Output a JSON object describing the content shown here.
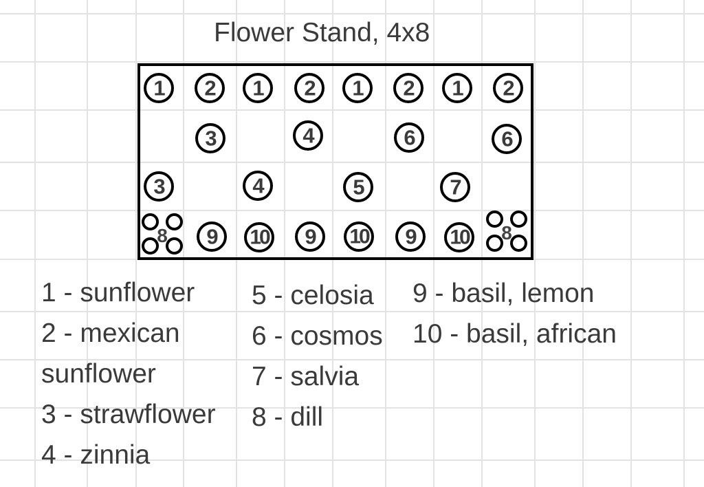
{
  "title": "Flower Stand, 4x8",
  "colors": {
    "background": "#ffffff",
    "grid_line": "#e2e2e2",
    "outline": "#000000",
    "text": "#3a3a3a"
  },
  "bed": {
    "dimensions": "4x8",
    "rows": [
      {
        "row": 1,
        "plants": [
          "1",
          "2",
          "1",
          "2",
          "1",
          "2",
          "1",
          "2"
        ]
      },
      {
        "row": 2,
        "plants": [
          "3",
          "4",
          "6",
          "6"
        ]
      },
      {
        "row": 3,
        "plants": [
          "3",
          "4",
          "5",
          "7"
        ]
      },
      {
        "row": 4,
        "plants": [
          "8",
          "9",
          "10",
          "9",
          "10",
          "9",
          "10",
          "8"
        ]
      }
    ],
    "row1": [
      "1",
      "2",
      "1",
      "2",
      "1",
      "2",
      "1",
      "2"
    ],
    "row2": [
      "3",
      "4",
      "6",
      "6"
    ],
    "row3": [
      "3",
      "4",
      "5",
      "7"
    ],
    "row4_circled": [
      "9",
      "10",
      "9",
      "10",
      "9",
      "10"
    ],
    "dill_marker": "8",
    "dill_icon": "four-circle-cluster-icon"
  },
  "legend": {
    "columns": [
      [
        "1 - sunflower",
        "2 - mexican",
        "sunflower",
        "3 - strawflower",
        "4 - zinnia"
      ],
      [
        "5 - celosia",
        "6 - cosmos",
        "7 - salvia",
        "8 - dill"
      ],
      [
        "9 - basil, lemon",
        "10 - basil, african"
      ]
    ],
    "items": [
      {
        "key": "1",
        "name": "sunflower"
      },
      {
        "key": "2",
        "name": "mexican sunflower"
      },
      {
        "key": "3",
        "name": "strawflower"
      },
      {
        "key": "4",
        "name": "zinnia"
      },
      {
        "key": "5",
        "name": "celosia"
      },
      {
        "key": "6",
        "name": "cosmos"
      },
      {
        "key": "7",
        "name": "salvia"
      },
      {
        "key": "8",
        "name": "dill"
      },
      {
        "key": "9",
        "name": "basil, lemon"
      },
      {
        "key": "10",
        "name": "basil, african"
      }
    ]
  }
}
